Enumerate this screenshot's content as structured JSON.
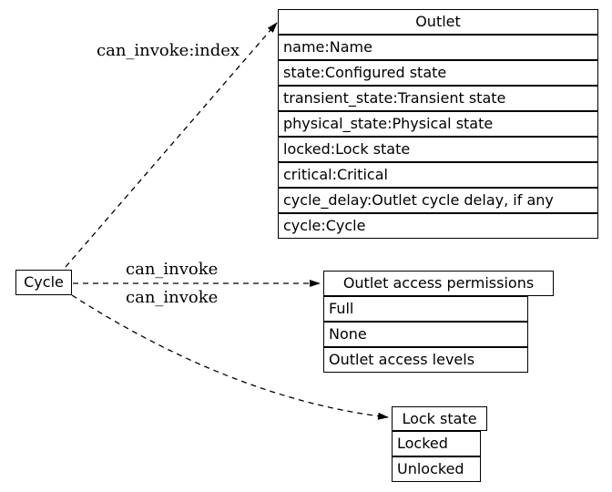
{
  "colors": {
    "line": "#000000",
    "background": "#ffffff",
    "text": "#000000"
  },
  "nodes": {
    "cycle": {
      "label": "Cycle"
    },
    "outlet": {
      "title": "Outlet",
      "rows": [
        "name:Name",
        "state:Configured state",
        "transient_state:Transient state",
        "physical_state:Physical state",
        "locked:Lock state",
        "critical:Critical",
        "cycle_delay:Outlet cycle delay, if any",
        "cycle:Cycle"
      ]
    },
    "outlet_access_permissions": {
      "title": "Outlet access permissions",
      "rows": [
        "Full",
        "None",
        "Outlet access levels"
      ]
    },
    "lock_state": {
      "title": "Lock state",
      "rows": [
        "Locked",
        "Unlocked"
      ]
    }
  },
  "edges": [
    {
      "from": "cycle",
      "to": "outlet",
      "label": "can_invoke:index",
      "style": "dashed-arrow"
    },
    {
      "from": "cycle",
      "to": "outlet_access_permissions",
      "label": "can_invoke",
      "style": "dashed-arrow"
    },
    {
      "from": "cycle",
      "to": "lock_state",
      "label": "can_invoke",
      "style": "dashed-arrow"
    }
  ]
}
